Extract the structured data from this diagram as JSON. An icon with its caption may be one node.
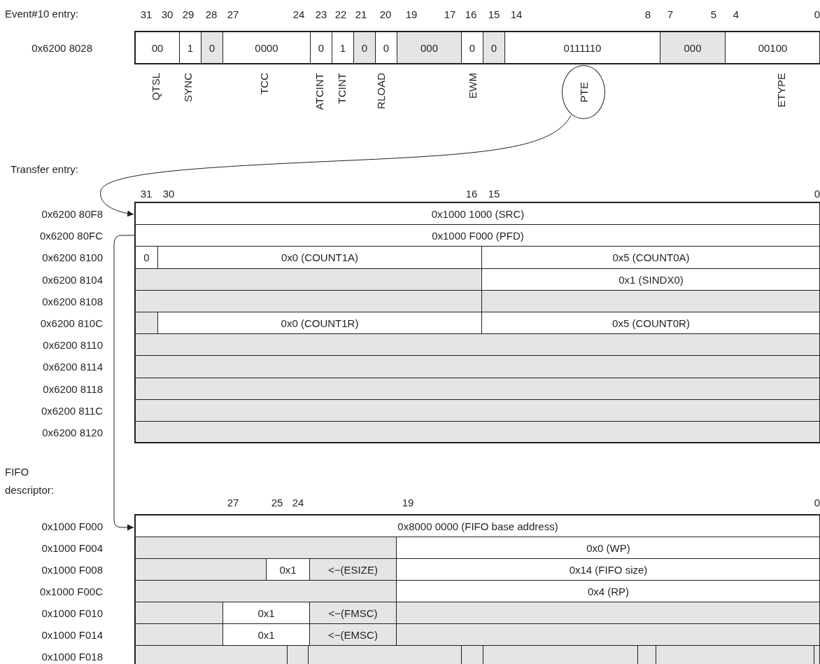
{
  "diagram": {
    "nodes": [
      {
        "text": [
          "00"
        ]
      },
      {
        "text": [
          "1"
        ]
      },
      {
        "text": [
          "0"
        ]
      },
      {
        "text": [
          "0000"
        ]
      },
      {
        "text": [
          "0"
        ]
      },
      {
        "text": [
          "1"
        ]
      },
      {
        "text": [
          "0"
        ]
      },
      {
        "text": [
          "0"
        ]
      },
      {
        "text": [
          "000"
        ]
      },
      {
        "text": [
          "0"
        ]
      },
      {
        "text": [
          "0"
        ]
      },
      {
        "text": [
          "0111110"
        ]
      },
      {
        "text": [
          "000"
        ]
      },
      {
        "text": [
          "00100"
        ]
      },
      {
        "text": [
          "PTE"
        ]
      },
      {
        "text": [
          "0x1000 1000 (SRC)"
        ]
      },
      {
        "text": [
          "0x1000 F000 (PFD)"
        ]
      },
      {
        "text": [
          "0"
        ]
      },
      {
        "text": [
          "0x0 (COUNT1A)"
        ]
      },
      {
        "text": [
          "0x5 (COUNT0A)"
        ]
      },
      {
        "text": [],
        "shape": "box"
      },
      {
        "text": [
          "0x1 (SINDX0)"
        ]
      },
      {
        "text": [],
        "shape": "box"
      },
      {
        "text": [],
        "shape": "box"
      },
      {
        "text": [],
        "shape": "box"
      },
      {
        "text": [
          "0x0 (COUNT1R)"
        ]
      },
      {
        "text": [
          "0x5 (COUNT0R)"
        ]
      },
      {
        "text": [],
        "shape": "box"
      },
      {
        "text": [],
        "shape": "box"
      },
      {
        "text": [],
        "shape": "box"
      },
      {
        "text": [],
        "shape": "box"
      },
      {
        "text": [],
        "shape": "box"
      },
      {
        "text": [
          "0x8000 0000 (FIFO base address)"
        ]
      },
      {
        "text": [],
        "shape": "box"
      },
      {
        "text": [
          "0x0 (WP)"
        ]
      },
      {
        "text": [],
        "shape": "box"
      },
      {
        "text": [
          "0x1"
        ]
      },
      {
        "text": [
          "<−(ESIZE)"
        ]
      },
      {
        "text": [
          "0x14 (FIFO size)"
        ]
      },
      {
        "text": [],
        "shape": "box"
      },
      {
        "text": [
          "0x4 (RP)"
        ]
      },
      {
        "text": [],
        "shape": "box"
      },
      {
        "text": [
          "0x1"
        ]
      },
      {
        "text": [
          "<−(FMSC)"
        ]
      },
      {
        "text": [],
        "shape": "box"
      },
      {
        "text": [],
        "shape": "box"
      },
      {
        "text": [
          "0x1"
        ]
      },
      {
        "text": [
          "<−(EMSC)"
        ]
      },
      {
        "text": [],
        "shape": "box"
      },
      {
        "text": [],
        "shape": "box"
      },
      {
        "text": [],
        "shape": "box"
      },
      {
        "text": [],
        "shape": "box"
      },
      {
        "text": [],
        "shape": "box"
      },
      {
        "text": [],
        "shape": "box"
      },
      {
        "text": [],
        "shape": "box"
      },
      {
        "text": [],
        "shape": "box"
      },
      {
        "text": [],
        "shape": "box"
      }
    ],
    "edges": [
      {
        "from": 14,
        "to": 15,
        "arrow": "to"
      },
      {
        "from": 16,
        "to": 32,
        "arrow": "to"
      }
    ],
    "labels": [
      "Event#10 entry:",
      "31",
      "30",
      "29",
      "28",
      "27",
      "24",
      "23",
      "22",
      "21",
      "20",
      "19",
      "17",
      "16",
      "15",
      "14",
      "8",
      "7",
      "5",
      "4",
      "0",
      "0x6200 8028",
      "QTSL",
      "SYNC",
      "TCC",
      "ATCINT",
      "TCINT",
      "RLOAD",
      "EWM",
      "ETYPE",
      "Transfer entry:",
      "31",
      "30",
      "16",
      "15",
      "0",
      "0x6200 80F8",
      "0x6200 80FC",
      "0x6200 8100",
      "0x6200 8104",
      "0x6200 8108",
      "0x6200 810C",
      "0x6200 8110",
      "0x6200 8114",
      "0x6200 8118",
      "0x6200 811C",
      "0x6200 8120",
      "FIFO descriptor:",
      "27",
      "25",
      "24",
      "19",
      "0",
      "0x1000 F000",
      "0x1000 F004",
      "0x1000 F008",
      "0x1000 F00C",
      "0x1000 F010",
      "0x1000 F014",
      "0x1000 F018"
    ]
  }
}
